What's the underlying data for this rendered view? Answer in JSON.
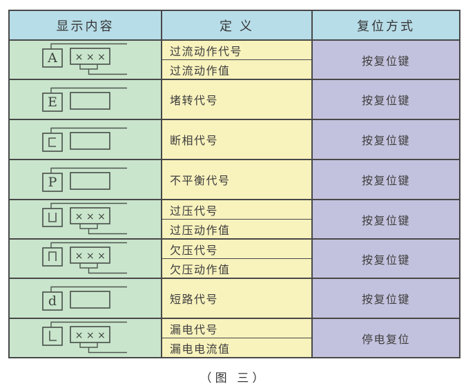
{
  "table": {
    "headers": [
      "显示内容",
      "定 义",
      "复位方式"
    ],
    "rows": [
      {
        "display": {
          "symbol": "A",
          "value": "×××",
          "has_value": true
        },
        "definitions": [
          "过流动作代号",
          "过流动作值"
        ],
        "reset": "按复位键"
      },
      {
        "display": {
          "symbol": "E",
          "has_value": false
        },
        "definitions": [
          "堵转代号"
        ],
        "reset": "按复位键"
      },
      {
        "display": {
          "symbol": "c",
          "has_value": false
        },
        "definitions": [
          "断相代号"
        ],
        "reset": "按复位键"
      },
      {
        "display": {
          "symbol": "P",
          "has_value": false
        },
        "definitions": [
          "不平衡代号"
        ],
        "reset": "按复位键"
      },
      {
        "display": {
          "symbol": "U",
          "value": "×××",
          "has_value": true
        },
        "definitions": [
          "过压代号",
          "过压动作值"
        ],
        "reset": "按复位键"
      },
      {
        "display": {
          "symbol": "n",
          "value": "×××",
          "has_value": true
        },
        "definitions": [
          "欠压代号",
          "欠压动作值"
        ],
        "reset": "按复位键"
      },
      {
        "display": {
          "symbol": "d",
          "has_value": false
        },
        "definitions": [
          "短路代号"
        ],
        "reset": "按复位键"
      },
      {
        "display": {
          "symbol": "L",
          "value": "×××",
          "has_value": true
        },
        "definitions": [
          "漏电代号",
          "漏电电流值"
        ],
        "reset": "停电复位"
      }
    ],
    "caption": "（图 三）"
  },
  "colors": {
    "header_bg": "#b7dde8",
    "display_bg": "#c9e5cc",
    "definition_bg": "#f8f2bd",
    "reset_bg": "#c3c2de",
    "border": "#474747",
    "diagram_line": "#4e564f",
    "text": "#3d3d3d"
  }
}
